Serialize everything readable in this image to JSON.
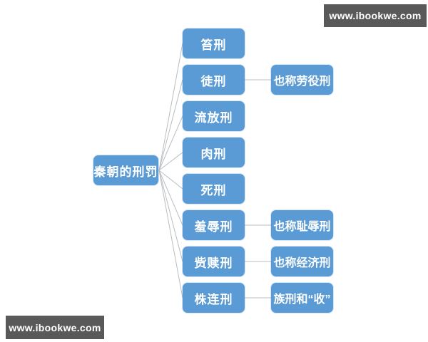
{
  "watermark": {
    "top_text": "www.ibookwe.com",
    "bottom_text": "www.ibookwe.com"
  },
  "diagram": {
    "root": {
      "label": "秦朝的刑罚"
    },
    "branches": [
      {
        "label": "笞刑",
        "note": ""
      },
      {
        "label": "徒刑",
        "note": "也称劳役刑"
      },
      {
        "label": "流放刑",
        "note": ""
      },
      {
        "label": "肉刑",
        "note": ""
      },
      {
        "label": "死刑",
        "note": ""
      },
      {
        "label": "羞辱刑",
        "note": "也称耻辱刑"
      },
      {
        "label": "赀赎刑",
        "note": "也称经济刑"
      },
      {
        "label": "株连刑",
        "note": "族刑和“收”"
      }
    ],
    "colors": {
      "node_fill": "#5b9bd5",
      "node_text": "#ffffff",
      "connector": "#b9bdc1",
      "watermark_bg": "#595959",
      "watermark_text": "#ffffff",
      "background": "#ffffff"
    }
  }
}
